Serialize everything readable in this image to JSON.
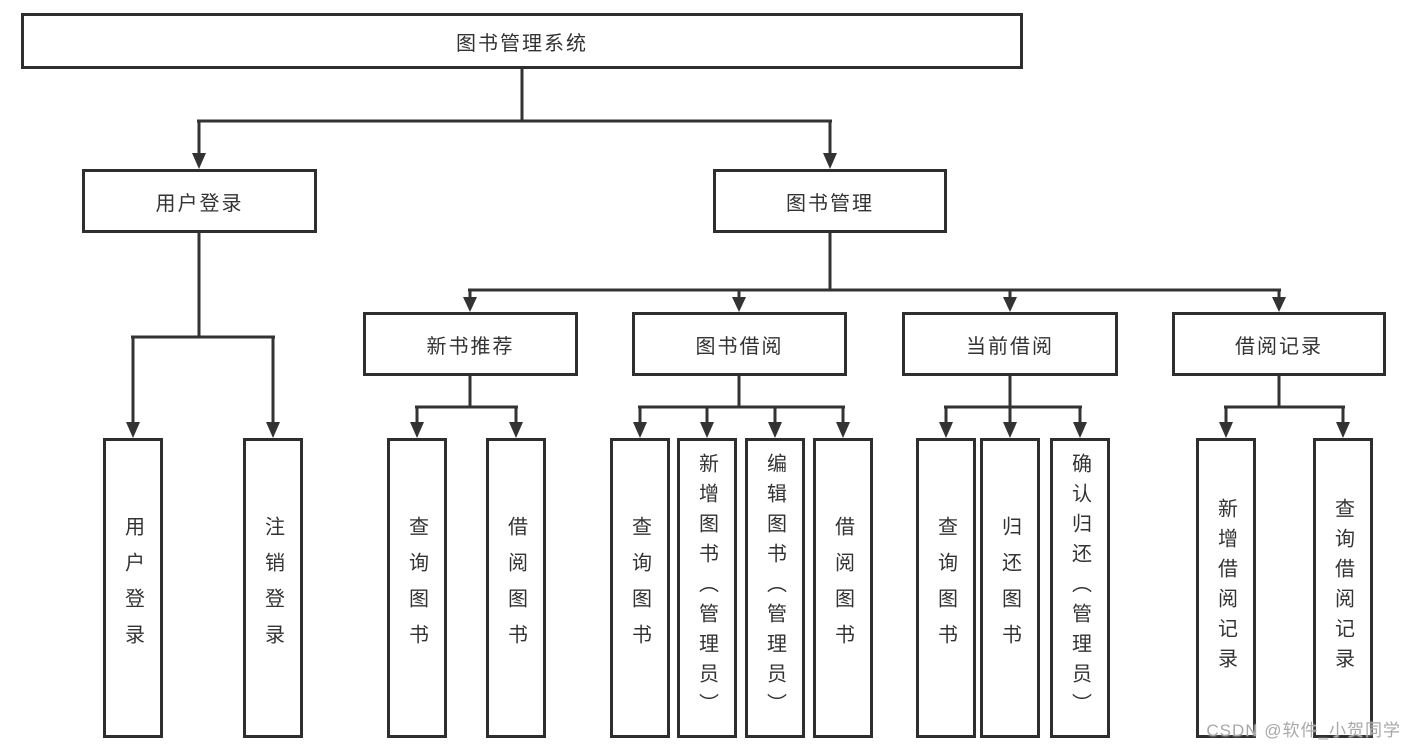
{
  "tree": {
    "root_label": "图书管理系统",
    "user_login": {
      "label": "用户登录",
      "children": [
        {
          "label": "用户登录"
        },
        {
          "label": "注销登录"
        }
      ]
    },
    "book_mgmt": {
      "label": "图书管理",
      "modules": [
        {
          "label": "新书推荐",
          "children": [
            {
              "label": "查询图书"
            },
            {
              "label": "借阅图书"
            }
          ]
        },
        {
          "label": "图书借阅",
          "children": [
            {
              "label": "查询图书"
            },
            {
              "label": "新增图书（管理员）"
            },
            {
              "label": "编辑图书（管理员）"
            },
            {
              "label": "借阅图书"
            }
          ]
        },
        {
          "label": "当前借阅",
          "children": [
            {
              "label": "查询图书"
            },
            {
              "label": "归还图书"
            },
            {
              "label": "确认归还（管理员）"
            }
          ]
        },
        {
          "label": "借阅记录",
          "children": [
            {
              "label": "新增借阅记录"
            },
            {
              "label": "查询借阅记录"
            }
          ]
        }
      ]
    }
  },
  "watermark": {
    "text": "CSDN @软件_小贺同学"
  },
  "colors": {
    "line": "#333333",
    "box_border": "#2e2e2e",
    "text": "#333333",
    "watermark": "#a8a8a8",
    "background": "#ffffff"
  }
}
